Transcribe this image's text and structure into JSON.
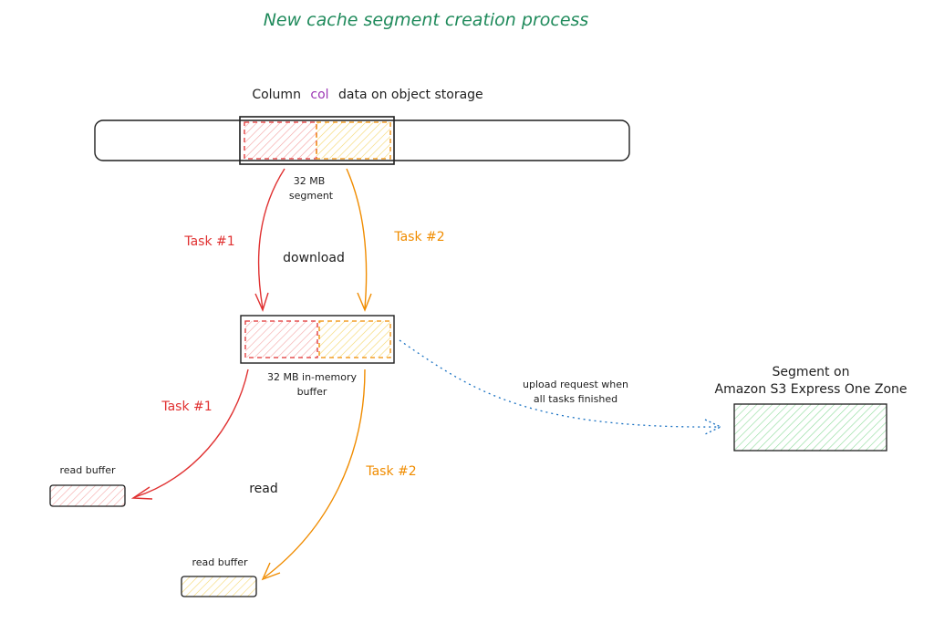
{
  "title": "New cache segment creation process",
  "column_caption": {
    "prefix": "Column",
    "highlight": "col",
    "suffix": "data on object storage"
  },
  "segment_label": {
    "line1": "32 MB",
    "line2": "segment"
  },
  "download_tasks": {
    "task1": "Task #1",
    "task2": "Task #2",
    "action": "download"
  },
  "buffer_label": {
    "line1": "32 MB in-memory",
    "line2": "buffer"
  },
  "read_tasks": {
    "task1": "Task #1",
    "task2": "Task #2",
    "action": "read"
  },
  "read_buffers": {
    "left_label": "read buffer",
    "right_label": "read buffer"
  },
  "upload": {
    "line1": "upload request when",
    "line2": "all tasks finished"
  },
  "s3_segment": {
    "line1": "Segment on",
    "line2": "Amazon S3 Express One Zone"
  },
  "colors": {
    "title": "#1f8a5b",
    "task1": "#e03131",
    "task2": "#f08c00",
    "highlight": "#9c36b5",
    "upload_arrow": "#1971c2",
    "ink": "#1e1e1e",
    "red_fill": "#ffc9c9",
    "yellow_fill": "#ffec99",
    "green_fill": "#b2f2bb"
  }
}
